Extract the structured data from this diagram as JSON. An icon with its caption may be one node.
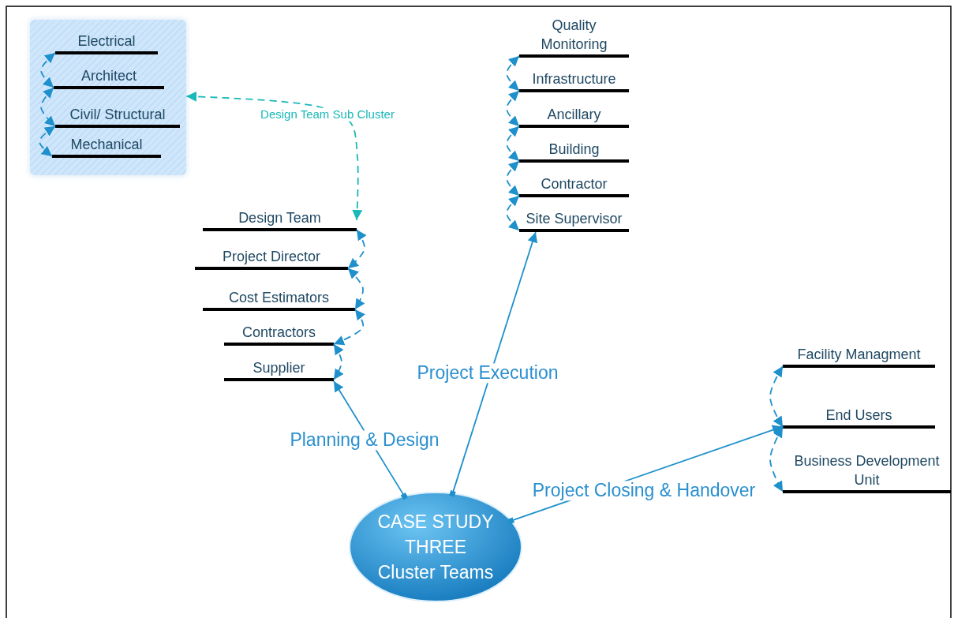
{
  "diagram": {
    "nodes": [
      {
        "text": [],
        "shape": "box"
      },
      {
        "text": [
          "Electrical"
        ],
        "in": 0
      },
      {
        "text": [
          "Architect"
        ],
        "in": 0
      },
      {
        "text": [
          "Civil/ Structural"
        ],
        "in": 0
      },
      {
        "text": [
          "Mechanical"
        ],
        "in": 0
      },
      {
        "text": [
          "Quality Monitoring"
        ]
      },
      {
        "text": [
          "Infrastructure"
        ]
      },
      {
        "text": [
          "Ancillary"
        ]
      },
      {
        "text": [
          "Building"
        ]
      },
      {
        "text": [
          "Contractor"
        ]
      },
      {
        "text": [
          "Site Supervisor"
        ]
      },
      {
        "text": [
          "Design Team"
        ]
      },
      {
        "text": [
          "Project Director"
        ]
      },
      {
        "text": [
          "Cost Estimators"
        ]
      },
      {
        "text": [
          "Contractors"
        ]
      },
      {
        "text": [
          "Supplier"
        ]
      },
      {
        "text": [
          "Facility Managment"
        ]
      },
      {
        "text": [
          "End Users"
        ]
      },
      {
        "text": [
          "Business Development Unit"
        ]
      },
      {
        "text": [
          "CASE STUDY THREE Cluster Teams"
        ]
      }
    ],
    "edges": [
      {
        "from": 1,
        "to": 2,
        "arrow": "both",
        "style": "dashed"
      },
      {
        "from": 2,
        "to": 3,
        "arrow": "both",
        "style": "dashed"
      },
      {
        "from": 3,
        "to": 4,
        "arrow": "both",
        "style": "dashed"
      },
      {
        "from": 11,
        "to": 0,
        "arrow": "both",
        "style": "dashed",
        "color": "#1ab8b8",
        "label": "Design Team Sub Cluster"
      },
      {
        "from": 5,
        "to": 6,
        "arrow": "both",
        "style": "dashed"
      },
      {
        "from": 6,
        "to": 7,
        "arrow": "both",
        "style": "dashed"
      },
      {
        "from": 7,
        "to": 8,
        "arrow": "both",
        "style": "dashed"
      },
      {
        "from": 8,
        "to": 9,
        "arrow": "both",
        "style": "dashed"
      },
      {
        "from": 9,
        "to": 10,
        "arrow": "both",
        "style": "dashed"
      },
      {
        "from": 11,
        "to": 12,
        "arrow": "both",
        "style": "dashed"
      },
      {
        "from": 12,
        "to": 13,
        "arrow": "both",
        "style": "dashed"
      },
      {
        "from": 13,
        "to": 14,
        "arrow": "both",
        "style": "dashed"
      },
      {
        "from": 14,
        "to": 15,
        "arrow": "both",
        "style": "dashed"
      },
      {
        "from": 16,
        "to": 17,
        "arrow": "both",
        "style": "dashed"
      },
      {
        "from": 17,
        "to": 18,
        "arrow": "both",
        "style": "dashed"
      },
      {
        "from": 19,
        "to": 15,
        "arrow": "to",
        "label": "Planning & Design"
      },
      {
        "from": 19,
        "to": 10,
        "arrow": "to",
        "label": "Project Execution"
      },
      {
        "from": 19,
        "to": 17,
        "arrow": "to",
        "label": "Project Closing & Handover"
      }
    ]
  }
}
